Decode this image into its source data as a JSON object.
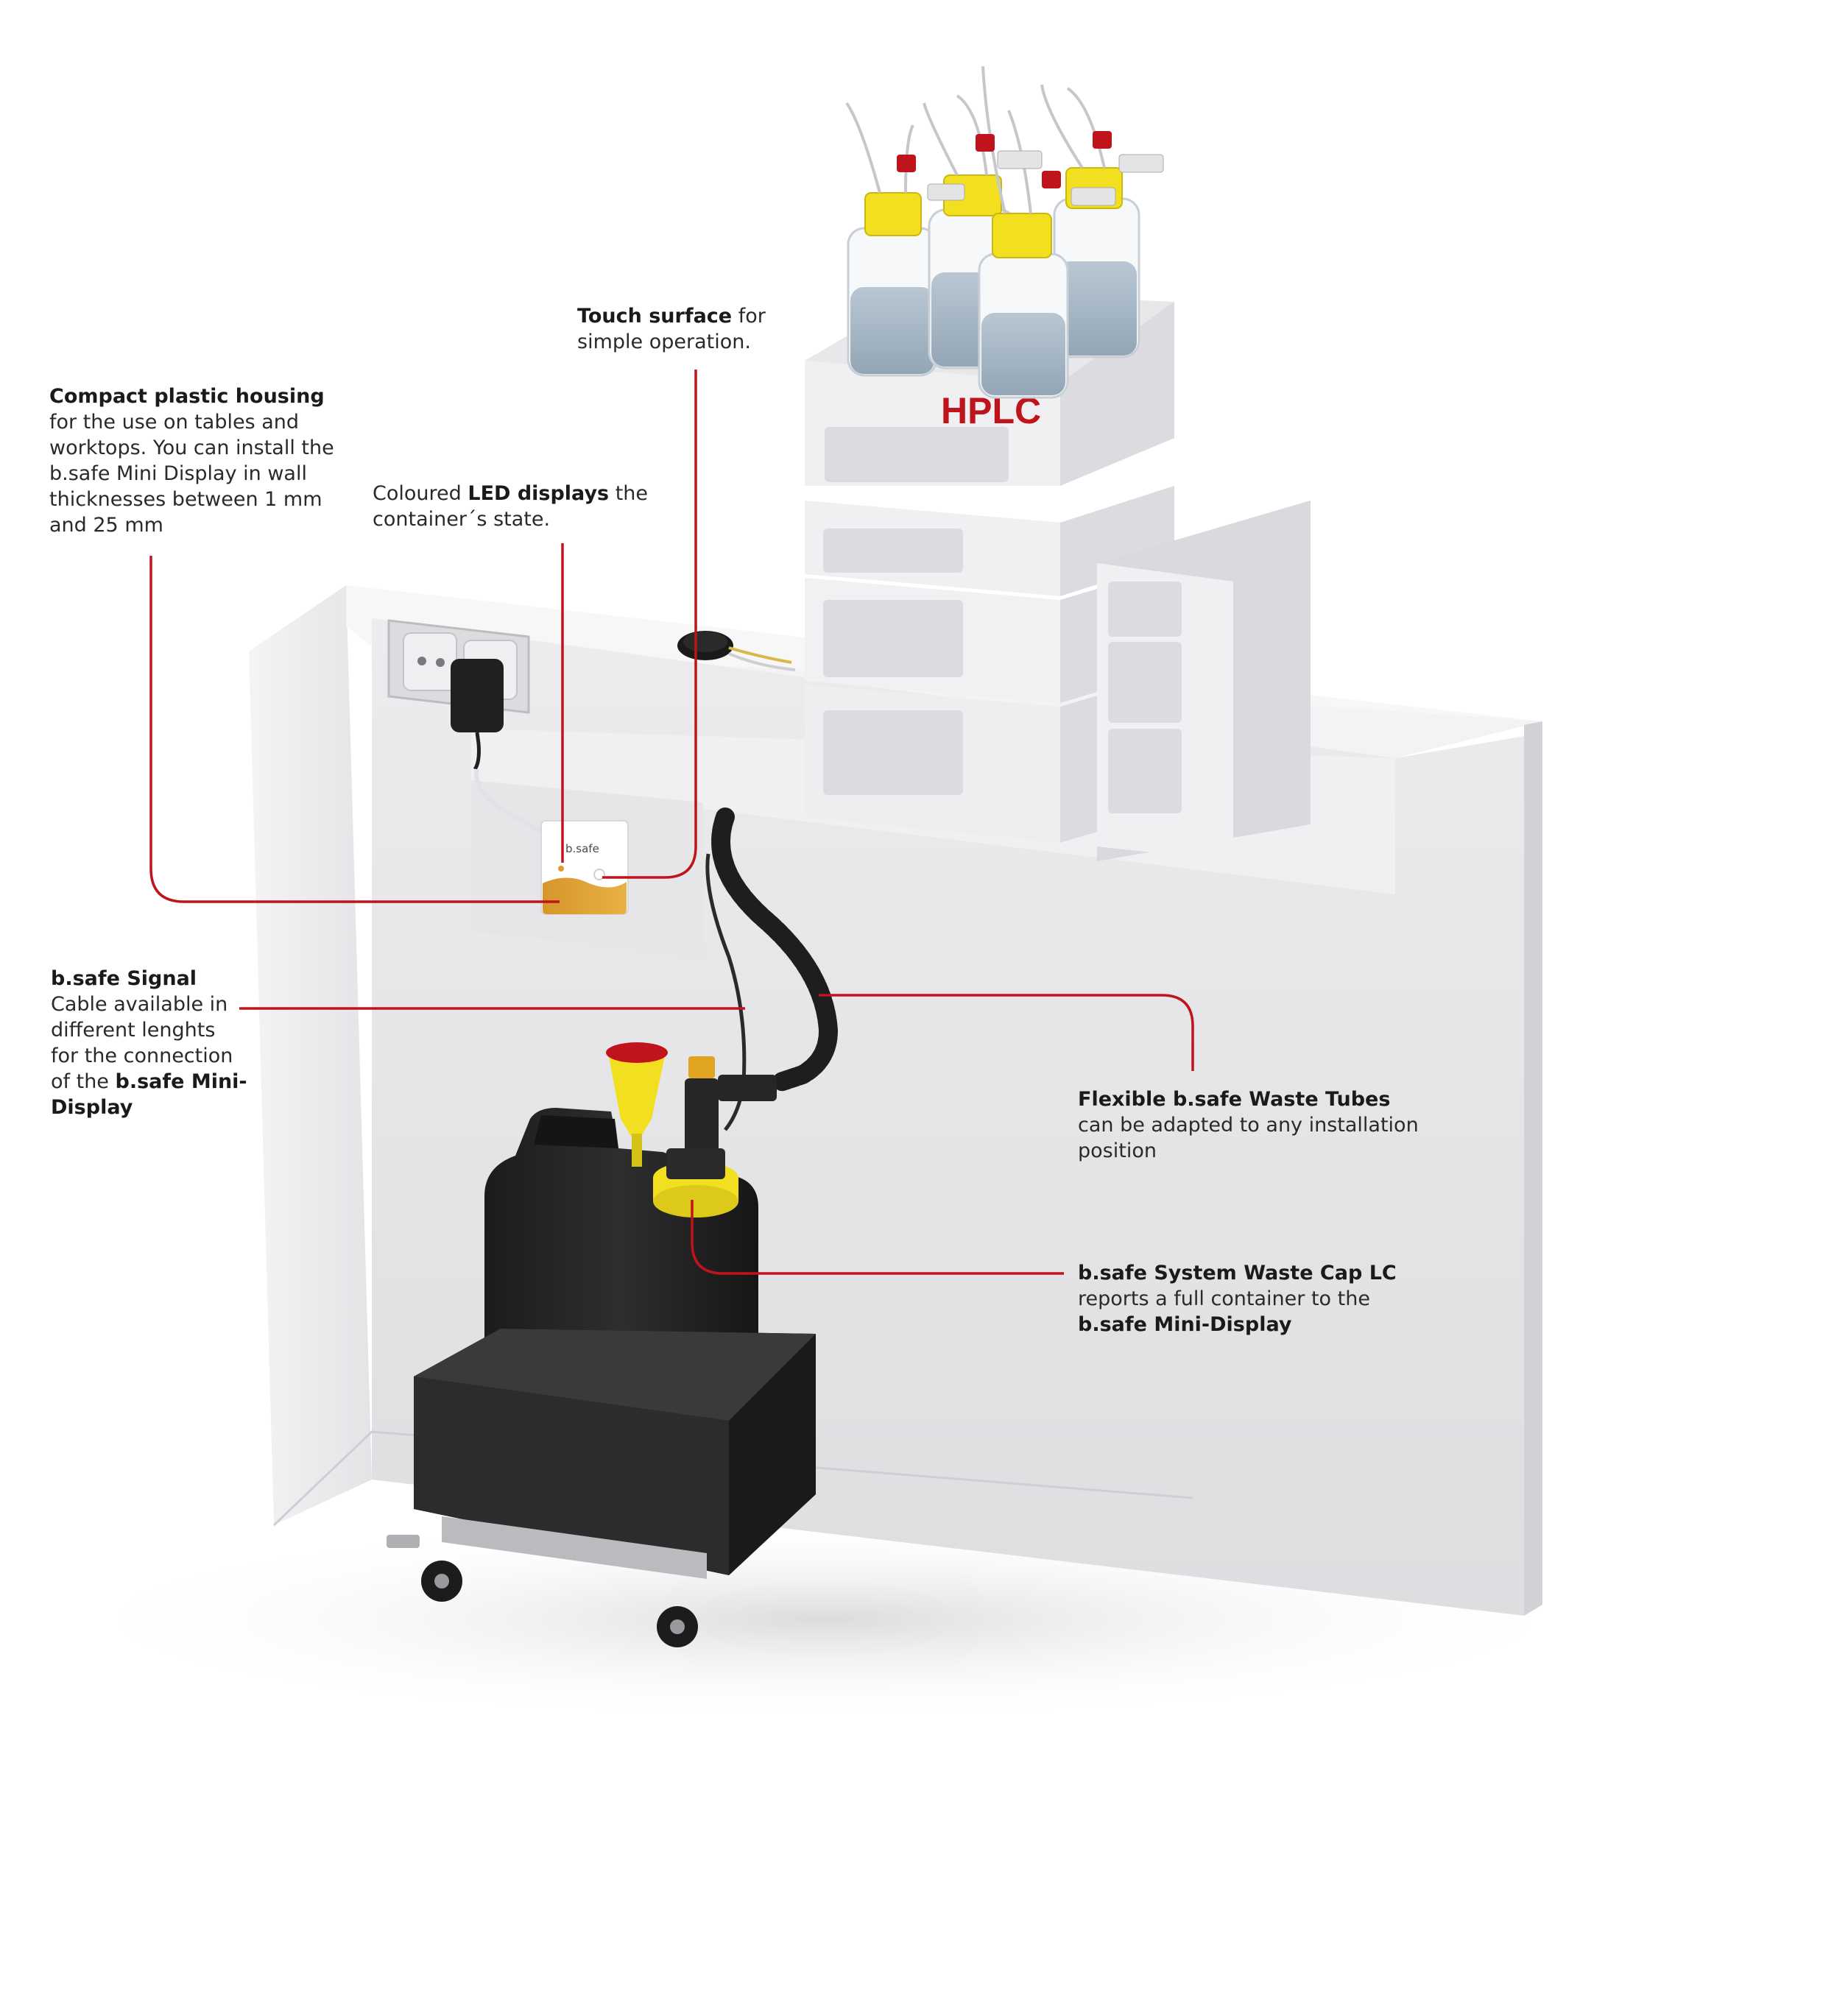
{
  "scene": {
    "hplc_label": "HPLC",
    "display_label": "b.safe",
    "accent_color": "#c0141c",
    "cap_color": "#f2e020",
    "canister_color": "#262626",
    "wall_color": "#e9e9eb"
  },
  "callouts": {
    "housing": {
      "title": "Compact plastic housing",
      "lines": [
        "for the use on tables and",
        "worktops. You can install the",
        "b.safe Mini Display in wall",
        "thicknesses between 1 mm",
        "and 25 mm"
      ]
    },
    "touch": {
      "title": "Touch surface",
      "title_suffix": " for",
      "lines": [
        "simple operation."
      ]
    },
    "led": {
      "prefix": "Coloured ",
      "title": "LED displays",
      "suffix": " the",
      "lines": [
        "container´s state."
      ]
    },
    "signal": {
      "title": "b.safe Signal",
      "lines": [
        "Cable available in",
        "different lenghts",
        "for the connection"
      ],
      "last_prefix": "of the ",
      "last_bold": "b.safe Mini-",
      "last_bold2": "Display"
    },
    "tubes": {
      "title": "Flexible b.safe Waste Tubes",
      "lines": [
        "can be adapted to any installation",
        "position"
      ]
    },
    "cap": {
      "title": "b.safe System Waste Cap LC",
      "lines": [
        "reports a full container to the"
      ],
      "last_bold": "b.safe Mini-Display"
    }
  }
}
